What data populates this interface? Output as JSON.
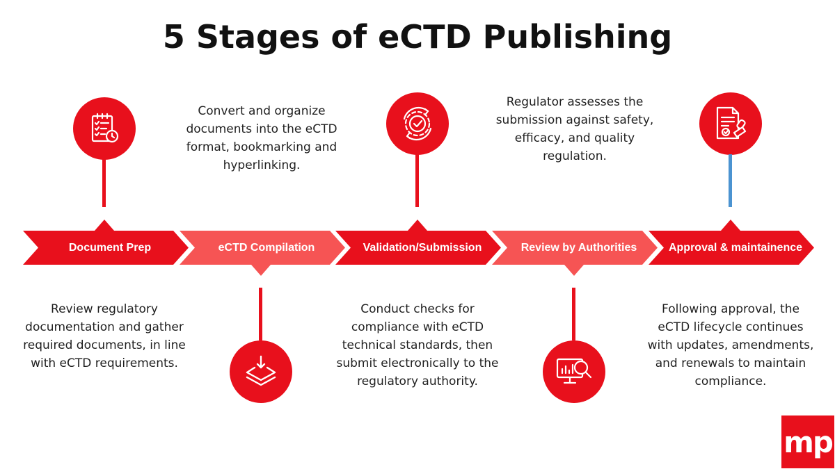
{
  "title": "5 Stages of eCTD Publishing",
  "colors": {
    "dark_red": "#E8101C",
    "light_red": "#F65454",
    "blue_accent": "#4B93D1",
    "text": "#1F1F1F"
  },
  "stages": [
    {
      "label": "Document Prep",
      "icon": "checklist-clock-icon",
      "description": "Review regulatory documentation and gather required documents, in line with eCTD requirements."
    },
    {
      "label": "eCTD Compilation",
      "icon": "layers-download-icon",
      "description": "Convert and organize documents into the eCTD format, bookmarking and hyperlinking."
    },
    {
      "label": "Validation/Submission",
      "icon": "gear-check-icon",
      "description": "Conduct checks for compliance with eCTD technical standards, then submit electronically to the regulatory authority."
    },
    {
      "label": "Review by Authorities",
      "icon": "monitor-magnifier-icon",
      "description": "Regulator assesses the submission against safety, efficacy, and quality regulation."
    },
    {
      "label": "Approval & maintainence",
      "icon": "document-stamp-icon",
      "description": "Following approval, the eCTD lifecycle continues with updates, amendments, and renewals to maintain compliance."
    }
  ],
  "logo": {
    "text": "mp"
  }
}
